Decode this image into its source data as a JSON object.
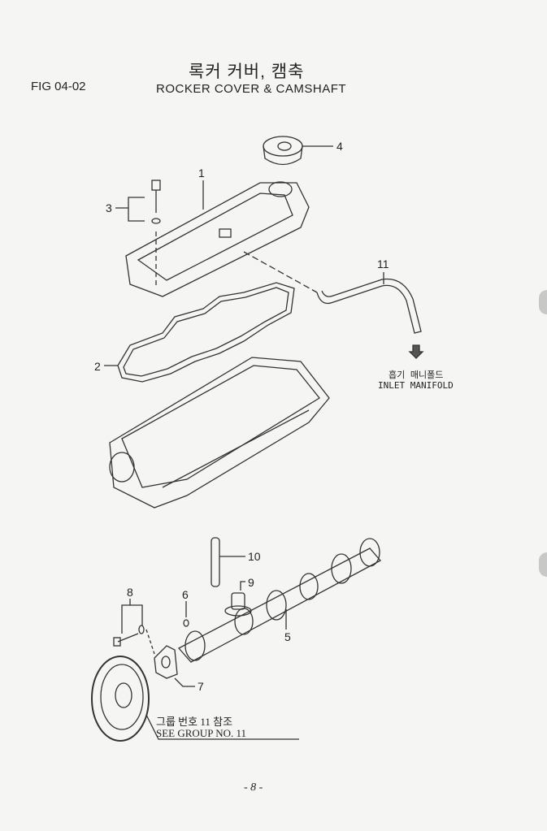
{
  "header": {
    "title_korean": "록커 커버, 캠축",
    "figure_number": "FIG 04-02",
    "title_english": "ROCKER COVER & CAMSHAFT"
  },
  "callouts": [
    "1",
    "2",
    "3",
    "4",
    "5",
    "6",
    "7",
    "8",
    "9",
    "10",
    "11"
  ],
  "notes": {
    "inlet_korean": "흡기 매니폴드",
    "inlet_english": "INLET MANIFOLD",
    "group_korean": "그룹 번호 11 참조",
    "group_english": "SEE GROUP NO. 11"
  },
  "page_number": "- 8 -"
}
